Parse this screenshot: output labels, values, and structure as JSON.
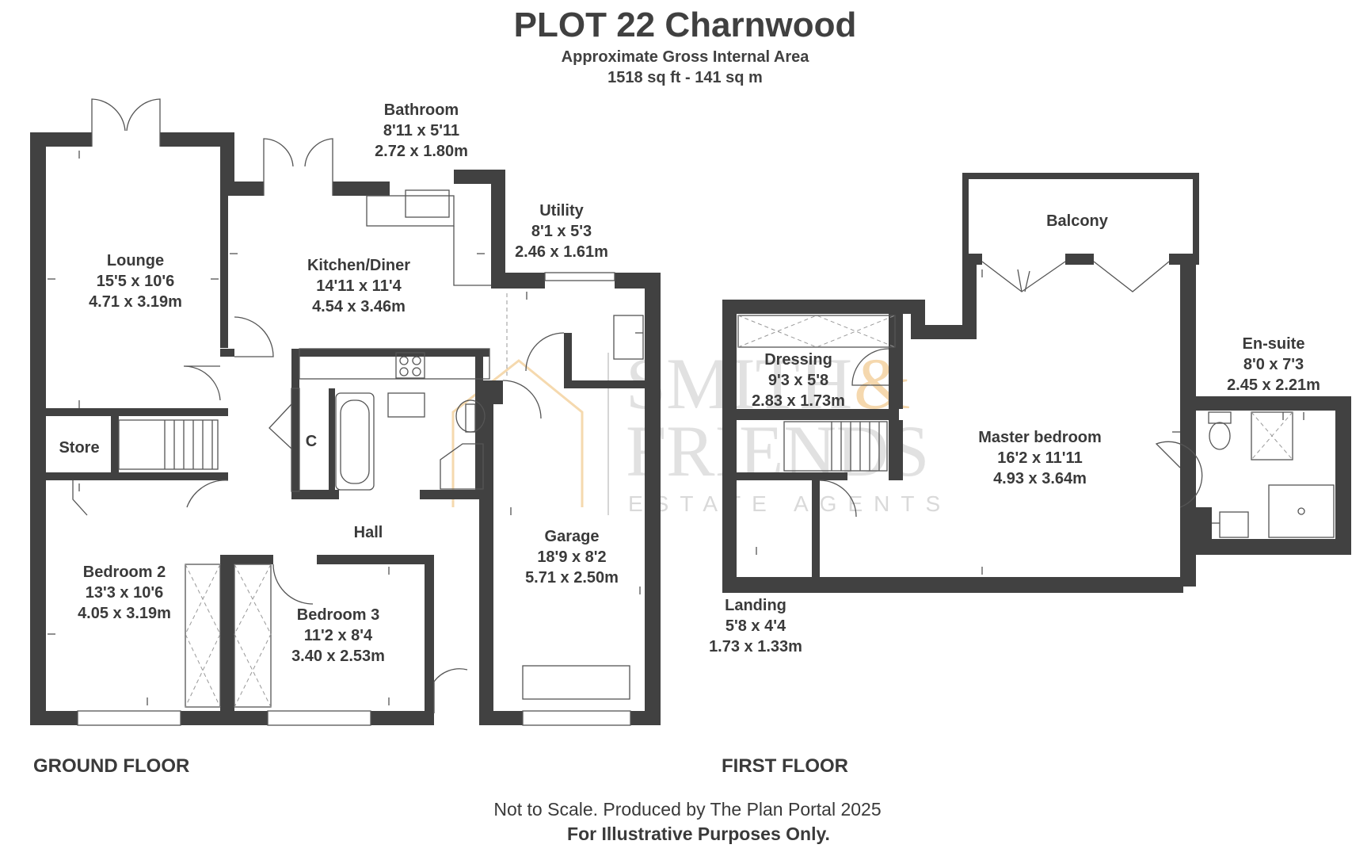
{
  "header": {
    "title": "PLOT 22 Charnwood",
    "area_label": "Approximate Gross Internal Area",
    "area_value": "1518 sq ft - 141 sq m"
  },
  "watermark": {
    "line1": "SMITH",
    "amp": "&",
    "line2": "FRIENDS",
    "line3": "ESTATE AGENTS"
  },
  "rooms": {
    "lounge": {
      "name": "Lounge",
      "imperial": "15'5 x 10'6",
      "metric": "4.71 x 3.19m"
    },
    "kitchen": {
      "name": "Kitchen/Diner",
      "imperial": "14'11 x 11'4",
      "metric": "4.54 x 3.46m"
    },
    "bathroom": {
      "name": "Bathroom",
      "imperial": "8'11 x 5'11",
      "metric": "2.72 x 1.80m"
    },
    "utility": {
      "name": "Utility",
      "imperial": "8'1 x 5'3",
      "metric": "2.46 x 1.61m"
    },
    "store": {
      "name": "Store"
    },
    "cupboard": {
      "name": "C"
    },
    "hall": {
      "name": "Hall"
    },
    "bedroom2": {
      "name": "Bedroom 2",
      "imperial": "13'3 x 10'6",
      "metric": "4.05 x 3.19m"
    },
    "bedroom3": {
      "name": "Bedroom 3",
      "imperial": "11'2 x 8'4",
      "metric": "3.40 x 2.53m"
    },
    "garage": {
      "name": "Garage",
      "imperial": "18'9 x 8'2",
      "metric": "5.71 x 2.50m"
    },
    "balcony": {
      "name": "Balcony"
    },
    "dressing": {
      "name": "Dressing",
      "imperial": "9'3 x 5'8",
      "metric": "2.83 x 1.73m"
    },
    "ensuite": {
      "name": "En-suite",
      "imperial": "8'0 x 7'3",
      "metric": "2.45 x 2.21m"
    },
    "master": {
      "name": "Master bedroom",
      "imperial": "16'2 x 11'11",
      "metric": "4.93 x 3.64m"
    },
    "landing": {
      "name": "Landing",
      "imperial": "5'8 x 4'4",
      "metric": "1.73 x 1.33m"
    }
  },
  "floors": {
    "ground": "GROUND FLOOR",
    "first": "FIRST FLOOR"
  },
  "footer": {
    "line1": "Not to Scale. Produced by The Plan Portal 2025",
    "line2": "For Illustrative Purposes Only."
  },
  "colors": {
    "wall": "#414141",
    "text": "#3a3a3a",
    "watermark_grey": "#d7d7d7",
    "watermark_accent": "#f3cf9a"
  }
}
